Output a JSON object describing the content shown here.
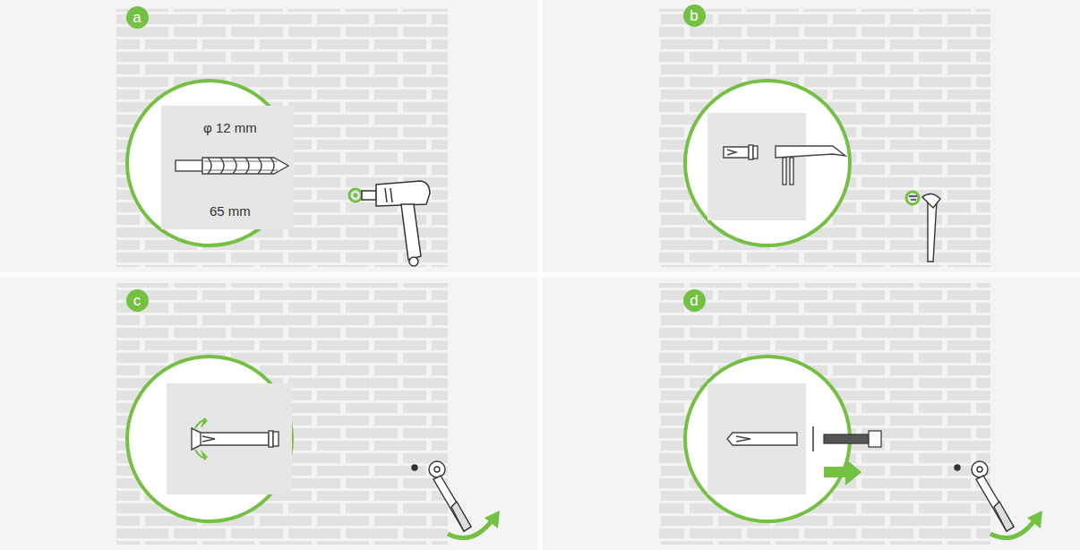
{
  "diagram": {
    "nodes": [
      {
        "text": [
          "a"
        ]
      },
      {
        "text": [
          "b"
        ]
      },
      {
        "text": [
          "c"
        ]
      },
      {
        "text": [
          "d"
        ]
      }
    ],
    "labels": [
      "φ 12 mm",
      "65 mm"
    ]
  }
}
